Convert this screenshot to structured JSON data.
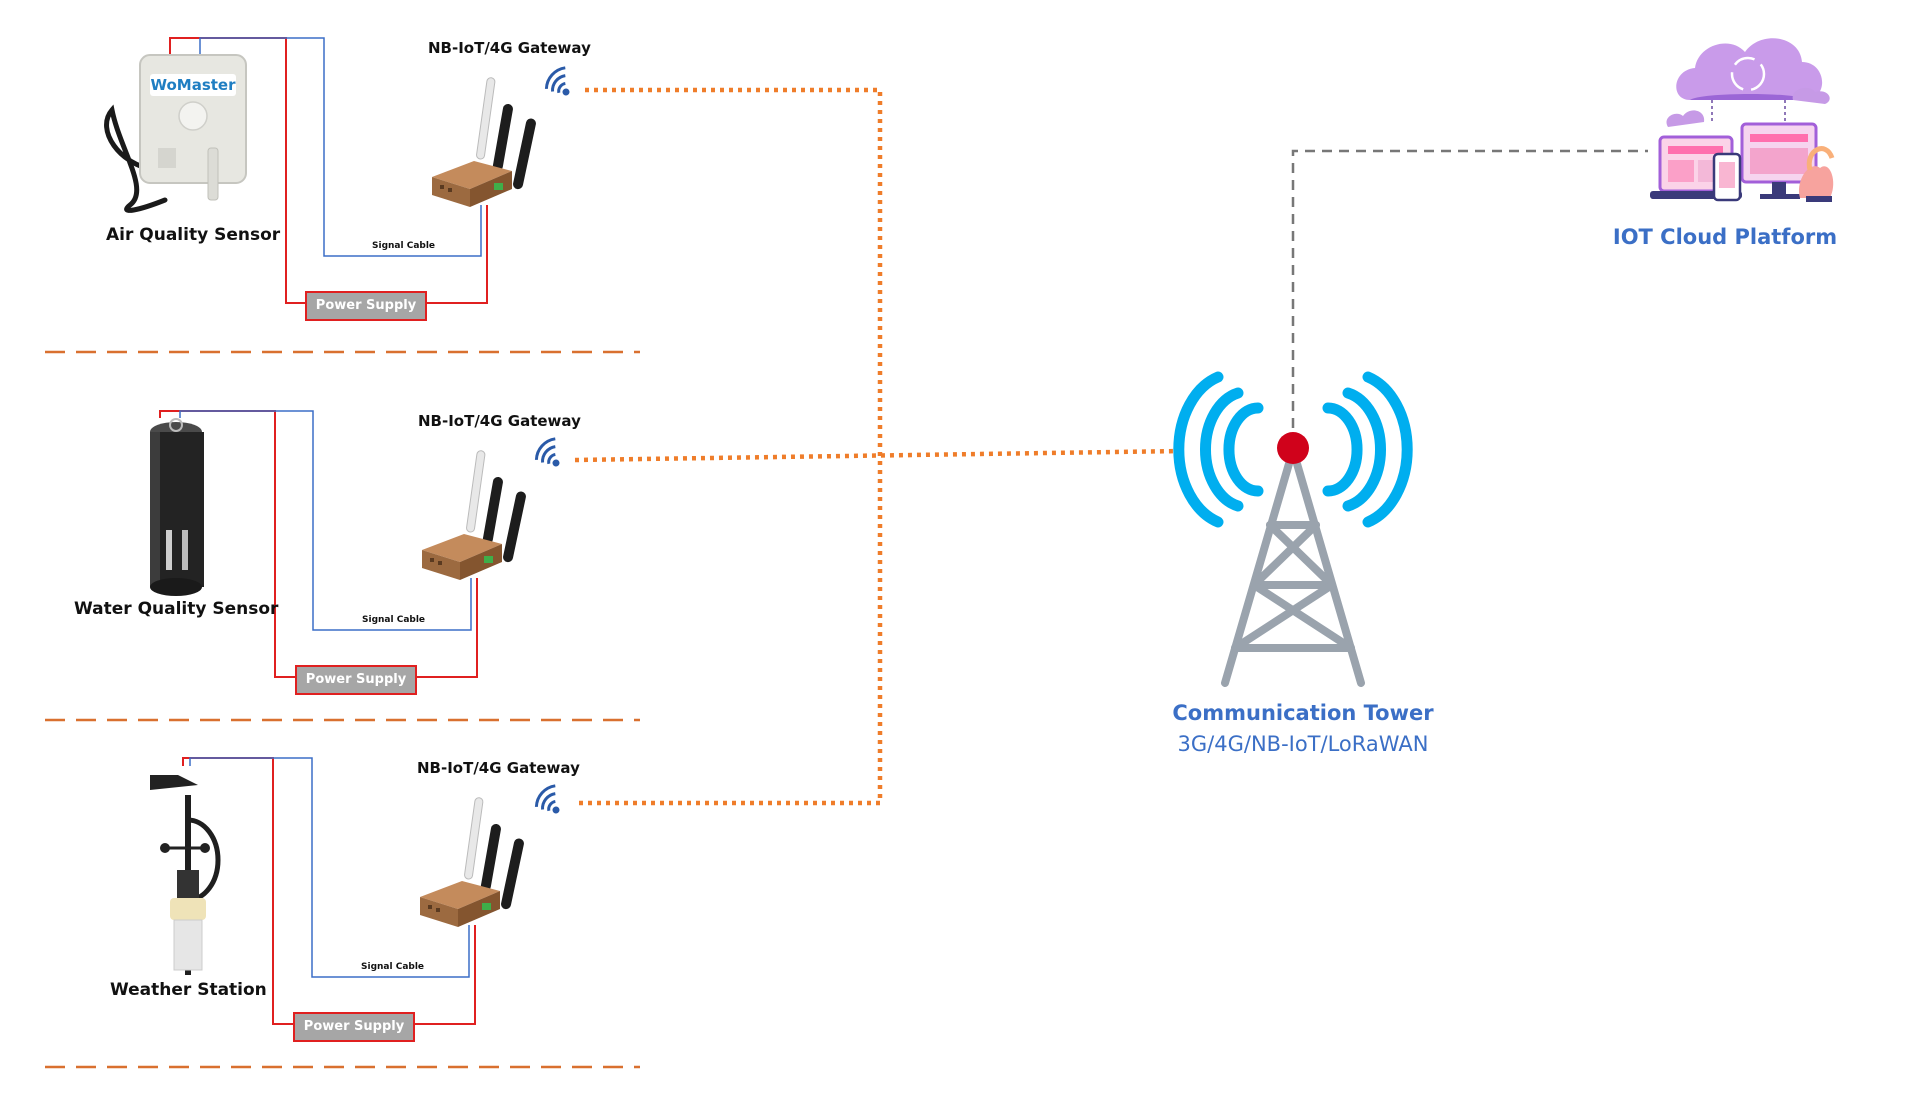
{
  "colors": {
    "power_wire": "#e02020",
    "signal_wire": "#3b6ec7",
    "wireless_link": "#ef7d2a",
    "cloud_link": "#777777",
    "tower_waves": "#00aeef",
    "tower_body": "#9aa3ad",
    "tower_tip": "#d0021b",
    "label_blue": "#3b6fc6",
    "gateway_body": "#a47047"
  },
  "units": [
    {
      "sensor_label": "Air Quality Sensor",
      "gateway_label": "NB-IoT/4G Gateway",
      "signal_label": "Signal Cable",
      "power_label": "Power Supply",
      "sensor_icon": "air-quality-sensor-icon",
      "brand_label": "WoMaster"
    },
    {
      "sensor_label": "Water Quality Sensor",
      "gateway_label": "NB-IoT/4G Gateway",
      "signal_label": "Signal Cable",
      "power_label": "Power Supply",
      "sensor_icon": "water-quality-sensor-icon"
    },
    {
      "sensor_label": "Weather Station",
      "gateway_label": "NB-IoT/4G Gateway",
      "signal_label": "Signal Cable",
      "power_label": "Power Supply",
      "sensor_icon": "weather-station-icon"
    }
  ],
  "tower": {
    "title": "Communication Tower",
    "subtitle": "3G/4G/NB-IoT/LoRaWAN",
    "icon": "cell-tower-icon"
  },
  "cloud": {
    "title": "IOT Cloud Platform",
    "icon": "cloud-platform-icon"
  }
}
